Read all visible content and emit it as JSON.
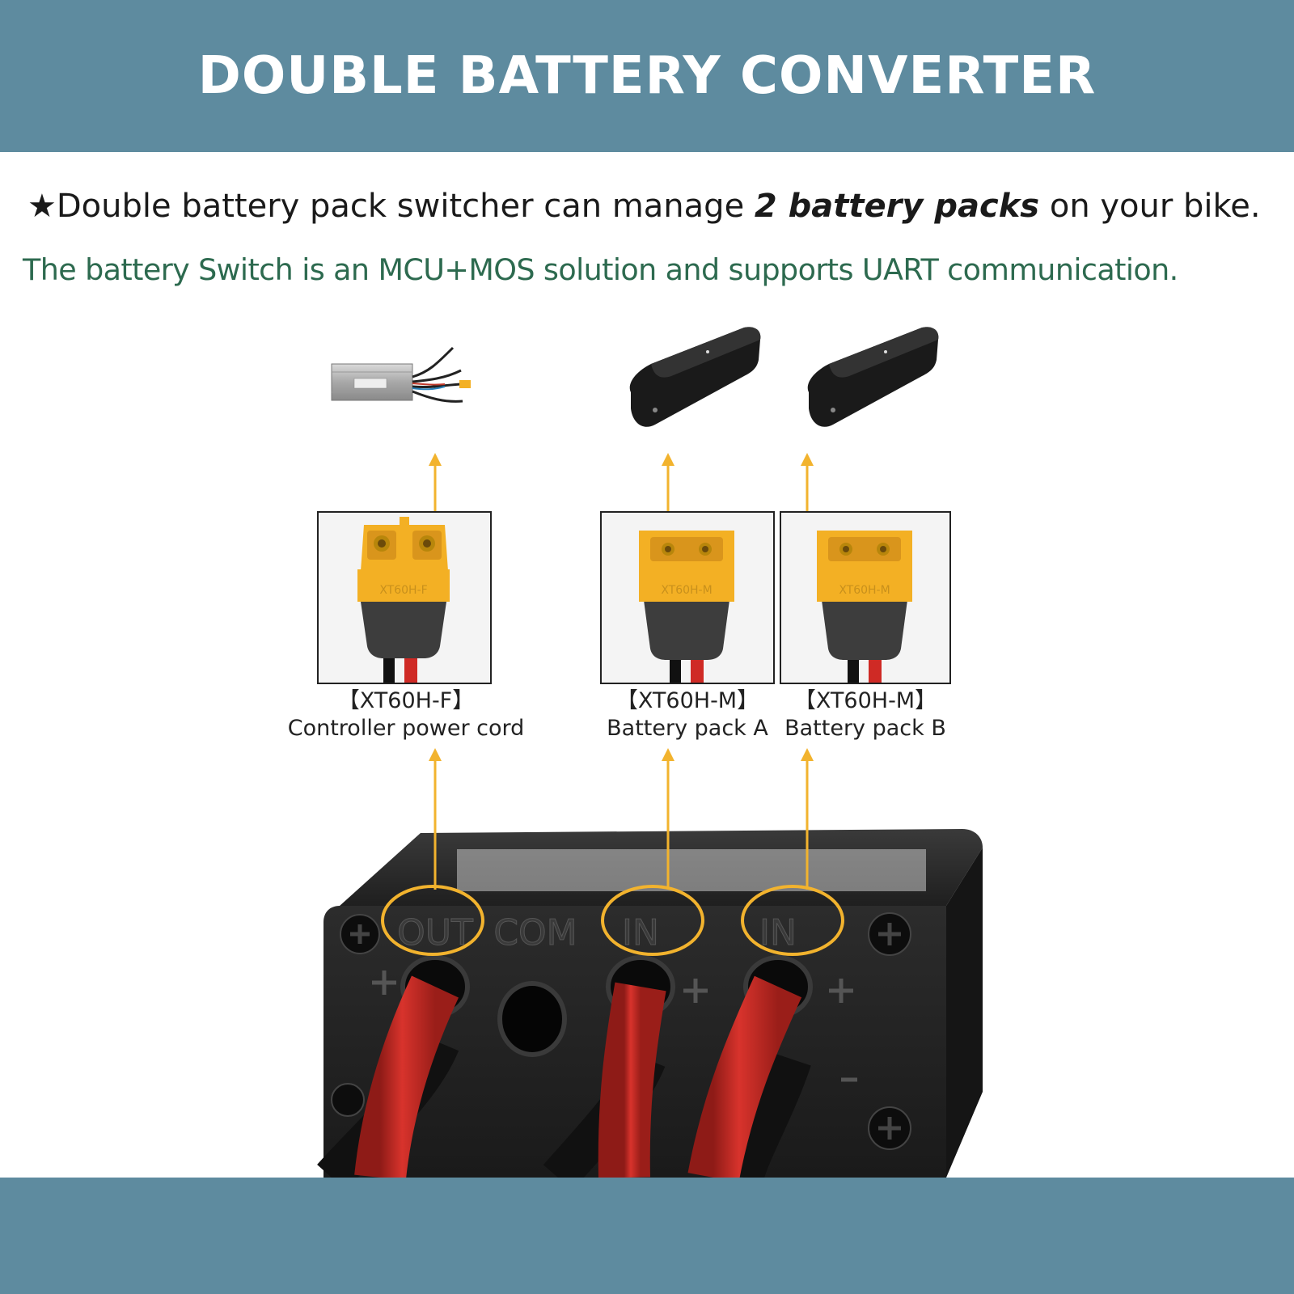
{
  "header": {
    "title": "DOUBLE BATTERY CONVERTER"
  },
  "intro": {
    "line1_prefix": "Double battery pack switcher can manage ",
    "line1_emph": "2 battery packs",
    "line1_suffix": " on your bike.",
    "line2": "The battery Switch is an MCU+MOS solution and supports UART communication."
  },
  "connectors": [
    {
      "code": "【XT60H-F】",
      "label": "Controller power cord"
    },
    {
      "code": "【XT60H-M】",
      "label": "Battery pack A"
    },
    {
      "code": "【XT60H-M】",
      "label": "Battery pack B"
    }
  ],
  "ports": {
    "out": "OUT",
    "com": "COM",
    "in_a": "IN",
    "in_b": "IN"
  },
  "connector_marking_f": "XT60H-F",
  "connector_marking_m": "XT60H-M",
  "colors": {
    "banner": "#5e8b9f",
    "arrow": "#f2b32e",
    "connector_yellow": "#f3b024",
    "cable_red": "#cf2a25",
    "green_text": "#2d6a4f"
  },
  "icons": [
    "star-icon",
    "controller-image",
    "battery-pack-image",
    "xt60-connector-image",
    "switch-box-image"
  ]
}
